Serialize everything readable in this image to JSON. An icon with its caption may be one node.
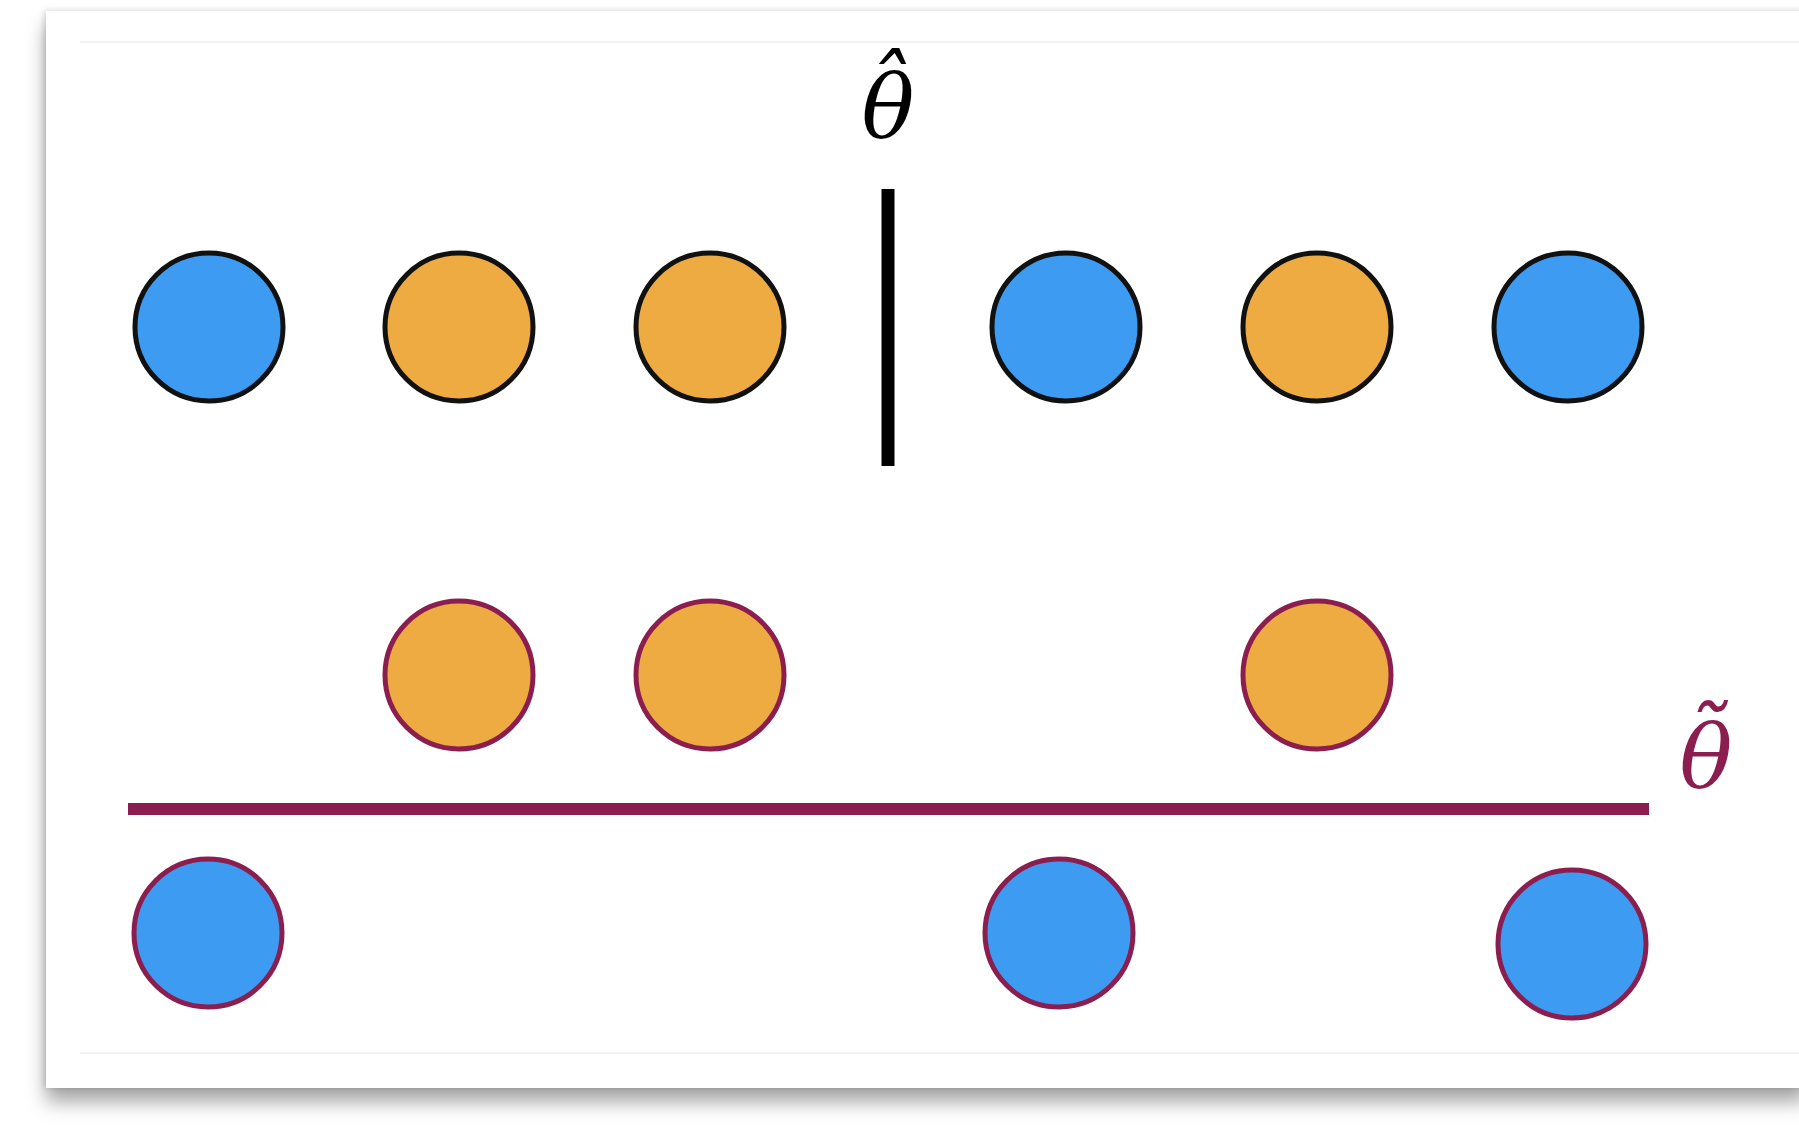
{
  "diagram": {
    "nodes": [
      {
        "text": [],
        "shape": "circle"
      },
      {
        "text": [],
        "shape": "circle"
      },
      {
        "text": [],
        "shape": "circle"
      },
      {
        "text": [],
        "shape": "circle"
      },
      {
        "text": [],
        "shape": "circle"
      },
      {
        "text": [],
        "shape": "circle"
      },
      {
        "text": [],
        "shape": "circle"
      },
      {
        "text": [],
        "shape": "circle"
      },
      {
        "text": [],
        "shape": "circle"
      },
      {
        "text": [],
        "shape": "circle"
      },
      {
        "text": [],
        "shape": "circle"
      },
      {
        "text": [],
        "shape": "circle"
      }
    ],
    "labels": [
      "θ̂",
      "θ̃"
    ]
  }
}
